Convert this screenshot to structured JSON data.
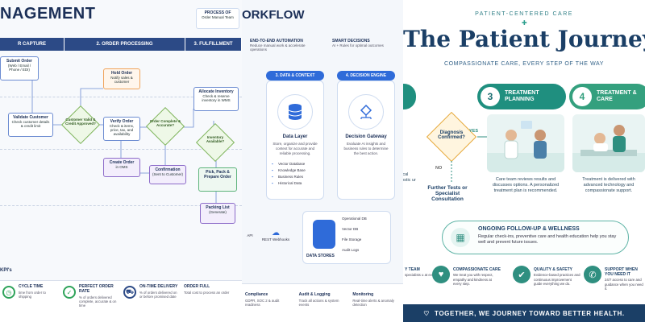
{
  "panel1": {
    "title": "NAGEMENT",
    "columns": [
      {
        "label": "R CAPTURE",
        "color": "#2c4a86"
      },
      {
        "label": "2. ORDER PROCESSING",
        "color": "#2c4a86"
      },
      {
        "label": "3. FULFILLMENT",
        "color": "#2c4a86"
      }
    ],
    "boxes": {
      "submit": {
        "title": "Submit Order",
        "desc": "(Web / Email / Phone / EDI)"
      },
      "validate": {
        "title": "Validate Customer",
        "desc": "Check customer details & credit limit"
      },
      "hold": {
        "title": "Hold Order",
        "desc": "Notify sales & customer"
      },
      "verify": {
        "title": "Verify Order",
        "desc": "Check & items, price, tax, and availability"
      },
      "create": {
        "title": "Create Order",
        "desc": "in OMS"
      },
      "confirm": {
        "title": "Confirmation",
        "desc": "(Sent to Customer)"
      },
      "allocate": {
        "title": "Allocate Inventory",
        "desc": "Check & reserve inventory in WMS"
      },
      "pick": {
        "title": "Pick, Pack & Prepare Order",
        "desc": ""
      },
      "packing": {
        "title": "Packing List",
        "desc": "(Generate)"
      }
    },
    "diamonds": {
      "valid": "Customer Valid & Credit Approved?",
      "complete": "Order Complete & Accurate?",
      "inventory": "Inventory Available?"
    },
    "kpi_header": "KPI's",
    "kpis": [
      {
        "title": "CYCLE TIME",
        "desc": "time from order to shipping"
      },
      {
        "title": "PERFECT ORDER RATE",
        "desc": "% of orders delivered complete, accurate & on time"
      },
      {
        "title": "ON-TIME DELIVERY",
        "desc": "% of orders delivered on or before promised date"
      },
      {
        "title": "ORDER FULL",
        "desc": "Total cost to process an order"
      }
    ],
    "top_note": {
      "title": "PROCESS OF",
      "desc": "Order Manual Team"
    }
  },
  "panel2": {
    "title": "ORKFLOW",
    "mini_cards": [
      {
        "title": "END-TO-END AUTOMATION",
        "desc": "Reduce manual work & accelerate operations"
      },
      {
        "title": "SMART DECISIONS",
        "desc": "AI + Rules for optimal outcomes"
      }
    ],
    "stages": [
      "3. DATA & CONTEXT",
      "4. DECISION ENGINE"
    ],
    "cards": [
      {
        "title": "Data Layer",
        "desc": "Store, organize and provide context for accurate and reliable processing.",
        "items": [
          "Vector Database",
          "Knowledge Base",
          "Business Rules",
          "Historical Data"
        ]
      },
      {
        "title": "Decision Gateway",
        "desc": "Evaluate AI insights and business rules to determine the best action.",
        "items": []
      }
    ],
    "stores": {
      "label": "DATA STORES",
      "items": [
        "Operational DB",
        "Vector DB",
        "File Storage",
        "Audit Logs"
      ]
    },
    "api_labels": [
      "API",
      "REST Webhooks"
    ],
    "bottom": [
      {
        "title": "Compliance",
        "desc": "GDPR, SOC 2 & audit readiness"
      },
      {
        "title": "Audit & Logging",
        "desc": "Track all actions & system events"
      },
      {
        "title": "Monitoring",
        "desc": "Real-time alerts & anomaly detection"
      }
    ]
  },
  "panel3": {
    "kicker": "PATIENT-CENTERED CARE",
    "title": "The Patient Journey",
    "subtitle": "COMPASSIONATE CARE, EVERY STEP OF THE WAY",
    "steps": [
      {
        "num": "3",
        "label": "TREATMENT PLANNING",
        "color": "#1f8f7f"
      },
      {
        "num": "4",
        "label": "TREATMENT & CARE",
        "color": "#34a07e"
      }
    ],
    "diagnosis": "Diagnosis Confirmed?",
    "yes": "YES",
    "no": "NO",
    "further": "Further Tests or Specialist Consultation",
    "left_text": "edical gnostic ur",
    "planning_text": "Care team reviews results and discusses options. A personalized treatment plan is recommended.",
    "care_text": "Treatment is delivered with advanced technology and compassionate support.",
    "followup": {
      "title": "ONGOING FOLLOW-UP & WELLNESS",
      "desc": "Regular check-ins, preventive care and health education help you stay well and prevent future issues."
    },
    "features": [
      {
        "title": "Y TEAM",
        "desc": "specialists u at every step."
      },
      {
        "title": "COMPASSIONATE CARE",
        "desc": "We treat you with respect, empathy and kindness at every step."
      },
      {
        "title": "QUALITY & SAFETY",
        "desc": "Evidence-based practices and continuous improvement guide everything we do."
      },
      {
        "title": "SUPPORT WHEN YOU NEED IT",
        "desc": "24/7 access to care and guidance when you need it."
      }
    ],
    "banner": "TOGETHER, WE JOURNEY TOWARD BETTER HEALTH."
  }
}
